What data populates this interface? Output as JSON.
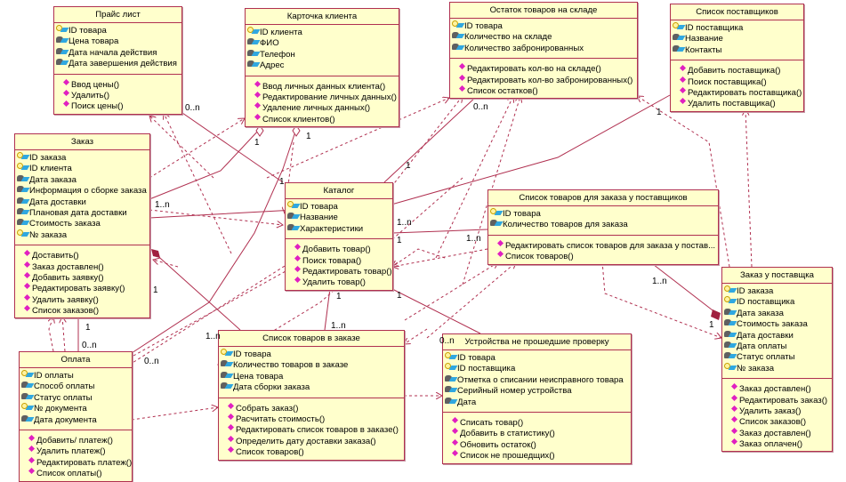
{
  "colors": {
    "class_fill": "#ffffcc",
    "border": "#b03050",
    "line": "#b03050",
    "operation_icon": "#e020c0"
  },
  "classes": [
    {
      "id": "price",
      "name": "Прайс лист",
      "attributes": [
        {
          "name": "ID товара",
          "key": true
        },
        {
          "name": "Цена товара",
          "key": false
        },
        {
          "name": "Дата начала действия",
          "key": false
        },
        {
          "name": "Дата завершения действия",
          "key": false
        }
      ],
      "operations": [
        "Ввод цены()",
        "Удалить()",
        "Поиск цены()"
      ]
    },
    {
      "id": "client",
      "name": "Карточка клиента",
      "attributes": [
        {
          "name": "ID клиента",
          "key": true
        },
        {
          "name": "ФИО",
          "key": false
        },
        {
          "name": "Телефон",
          "key": false
        },
        {
          "name": "Адрес",
          "key": false
        }
      ],
      "operations": [
        "Ввод личных данных клиента()",
        "Редактирование личных данных()",
        "Удаление личных данных()",
        "Список клиентов()"
      ]
    },
    {
      "id": "stock",
      "name": "Остаток товаров на складе",
      "attributes": [
        {
          "name": "ID товара",
          "key": true
        },
        {
          "name": "Количество на складе",
          "key": false
        },
        {
          "name": "Количество забронированных",
          "key": false
        }
      ],
      "operations": [
        "Редактировать кол-во на складе()",
        "Редактировать кол-во забронированных()",
        "Список остатков()"
      ]
    },
    {
      "id": "suppliers",
      "name": "Список поставщиков",
      "attributes": [
        {
          "name": "ID поставщика",
          "key": true
        },
        {
          "name": "Название",
          "key": false
        },
        {
          "name": "Контакты",
          "key": false
        }
      ],
      "operations": [
        "Добавить поставщика()",
        "Поиск поставщика()",
        "Редактировать поставщика()",
        "Удалить поставщика()"
      ]
    },
    {
      "id": "order",
      "name": "Заказ",
      "attributes": [
        {
          "name": "ID заказа",
          "key": true
        },
        {
          "name": "ID клиента",
          "key": true
        },
        {
          "name": "Дата заказа",
          "key": false
        },
        {
          "name": "Информация о сборке заказа",
          "key": false
        },
        {
          "name": "Дата доставки",
          "key": false
        },
        {
          "name": "Плановая дата доставки",
          "key": false
        },
        {
          "name": "Стоимость заказа",
          "key": false
        },
        {
          "name": "№ заказа",
          "key": true
        }
      ],
      "operations": [
        "Доставить()",
        "Заказ доставлен()",
        "Добавить заявку()",
        "Редактировать заявку()",
        "Удалить заявку()",
        "Список заказов()"
      ]
    },
    {
      "id": "catalog",
      "name": "Каталог",
      "attributes": [
        {
          "name": "ID товара",
          "key": true
        },
        {
          "name": "Название",
          "key": false
        },
        {
          "name": "Характеристики",
          "key": false
        }
      ],
      "operations": [
        "Добавить товар()",
        "Поиск товара()",
        "Редактировать товар()",
        "Удалить товар()"
      ]
    },
    {
      "id": "supplist",
      "name": "Список товаров для заказа у поставщиков",
      "attributes": [
        {
          "name": "ID товара",
          "key": true
        },
        {
          "name": "Количество товаров для заказа",
          "key": false
        }
      ],
      "operations": [
        "Редактировать список товаров для заказа у постав...",
        "Список товаров()"
      ]
    },
    {
      "id": "supporder",
      "name": "Заказ у поставщка",
      "attributes": [
        {
          "name": "ID заказа",
          "key": true
        },
        {
          "name": "ID поставщика",
          "key": true
        },
        {
          "name": "Дата заказа",
          "key": false
        },
        {
          "name": "Стоимость заказа",
          "key": false
        },
        {
          "name": "Дата доставки",
          "key": false
        },
        {
          "name": "Дата оплаты",
          "key": false
        },
        {
          "name": "Статус оплаты",
          "key": false
        },
        {
          "name": "№ заказа",
          "key": true
        }
      ],
      "operations": [
        "Заказ доставлен()",
        "Редактировать заказ()",
        "Удалить заказ()",
        "Список заказов()",
        "Заказ доставлен()",
        "Заказ оплачен()"
      ]
    },
    {
      "id": "payment",
      "name": "Оплата",
      "attributes": [
        {
          "name": "ID оплаты",
          "key": true
        },
        {
          "name": "Способ оплаты",
          "key": false
        },
        {
          "name": "Статус оплаты",
          "key": false
        },
        {
          "name": "№ документа",
          "key": true
        },
        {
          "name": "Дата документа",
          "key": false
        }
      ],
      "operations": [
        "Добавить/ платеж()",
        "Удалить платеж()",
        "Редактировать платеж()",
        "Список оплаты()"
      ]
    },
    {
      "id": "orderitems",
      "name": "Список товаров в заказе",
      "attributes": [
        {
          "name": "ID товара",
          "key": true
        },
        {
          "name": "Количество товаров в заказе",
          "key": false
        },
        {
          "name": "Цена товара",
          "key": false
        },
        {
          "name": "Дата сборки заказа",
          "key": false
        }
      ],
      "operations": [
        "Собрать заказ()",
        "Расчитать стоимость()",
        "Редактировать список товаров в заказе()",
        "Определить дату доставки заказа()",
        "Список товаров()"
      ]
    },
    {
      "id": "defects",
      "name": "Устройства не прошедшие проверку",
      "attributes": [
        {
          "name": "ID товара",
          "key": true
        },
        {
          "name": "ID поставщика",
          "key": true
        },
        {
          "name": "Отметка о списании неисправного товара",
          "key": false
        },
        {
          "name": "Серийный номер устройства",
          "key": false
        },
        {
          "name": "Дата",
          "key": false
        }
      ],
      "operations": [
        "Списать товар()",
        "Добавить в статистику()",
        "Обновить остаток()",
        "Список не прошедщих()"
      ]
    }
  ],
  "multiplicities": [
    "0..n",
    "1",
    "1",
    "0..n",
    "1",
    "1",
    "1..n",
    "1",
    "1..n",
    "1",
    "1..n",
    "1",
    "1",
    "1",
    "1",
    "0..n",
    "1..n",
    "1..n",
    "0..n",
    "0..n",
    "1..n",
    "1"
  ]
}
